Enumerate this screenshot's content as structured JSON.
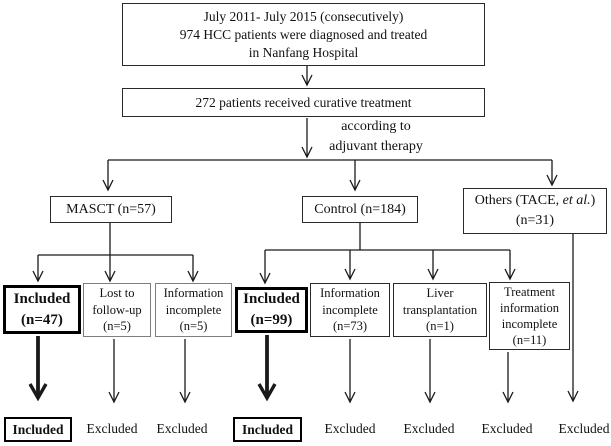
{
  "flowchart": {
    "title_box": "July 2011- July 2015 (consecutively)\n974 HCC patients were diagnosed and treated\nin Nanfang Hospital",
    "curative_box": "272 patients received curative treatment",
    "branch_annotation": "according to\nadjuvant therapy",
    "arms": {
      "masct": "MASCT (n=57)",
      "control": "Control (n=184)",
      "others_prefix": "Others (TACE, ",
      "others_etal": "et al.",
      "others_suffix": ")",
      "others_line2": "(n=31)"
    },
    "masct_outcomes": {
      "included": "Included\n(n=47)",
      "lost_followup": "Lost to\nfollow-up\n(n=5)",
      "info_incomplete": "Information\nincomplete\n(n=5)"
    },
    "control_outcomes": {
      "included": "Included\n(n=99)",
      "info_incomplete": "Information\nincomplete\n(n=73)",
      "liver_transplantation": "Liver\ntransplantation\n(n=1)",
      "treatment_info_incomplete": "Treatment\ninformation\nincomplete\n(n=11)"
    },
    "final_row": {
      "included": "Included",
      "excluded": "Excluded"
    },
    "colors": {
      "line": "#1a1a1a",
      "text": "#111111",
      "box_border": "#2b2b2b",
      "gray_border": "#7e7e7e"
    }
  }
}
